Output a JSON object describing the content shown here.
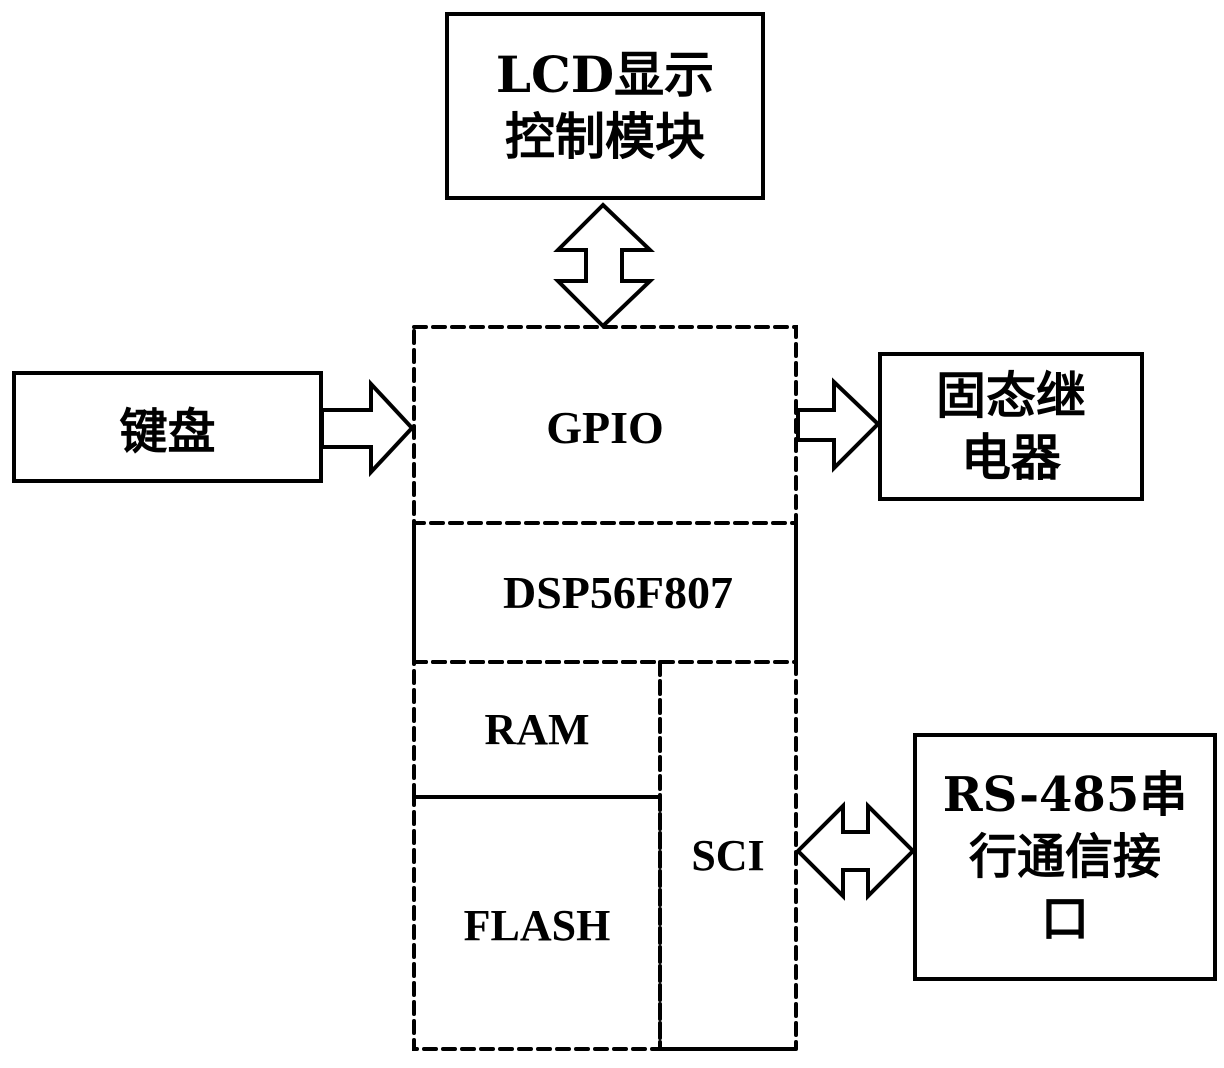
{
  "diagram": {
    "lcd_module": {
      "line1": "LCD显示",
      "line2": "控制模块"
    },
    "keyboard": {
      "label": "键盘"
    },
    "relay": {
      "line1": "固态继",
      "line2": "电器"
    },
    "rs485": {
      "line1": "RS-485串",
      "line2": "行通信接",
      "line3": "口"
    },
    "dsp": {
      "gpio": "GPIO",
      "chip": "DSP56F807",
      "ram": "RAM",
      "flash": "FLASH",
      "sci": "SCI"
    },
    "connections": [
      {
        "from": "lcd_module",
        "to": "gpio",
        "type": "bidirectional"
      },
      {
        "from": "keyboard",
        "to": "gpio",
        "type": "unidirectional"
      },
      {
        "from": "gpio",
        "to": "relay",
        "type": "unidirectional"
      },
      {
        "from": "sci",
        "to": "rs485",
        "type": "bidirectional"
      }
    ]
  }
}
